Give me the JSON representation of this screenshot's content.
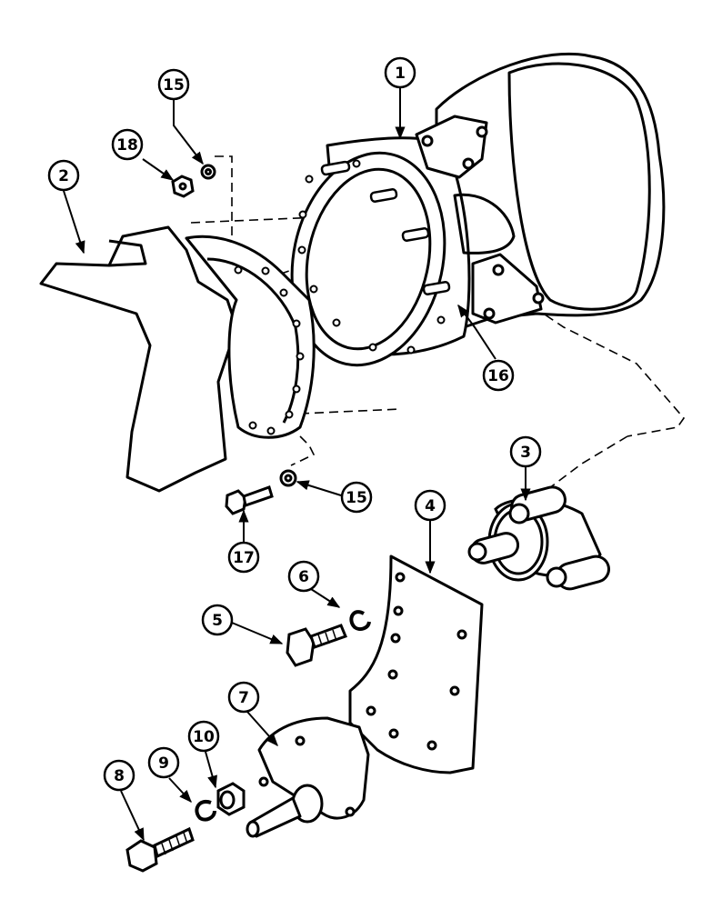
{
  "diagram": {
    "type": "exploded-parts-view",
    "ink_color": "#000000",
    "background_color": "#ffffff",
    "callouts": [
      {
        "id": "c1",
        "label": "1"
      },
      {
        "id": "c2",
        "label": "2"
      },
      {
        "id": "c3",
        "label": "3"
      },
      {
        "id": "c4",
        "label": "4"
      },
      {
        "id": "c5",
        "label": "5"
      },
      {
        "id": "c6",
        "label": "6"
      },
      {
        "id": "c7",
        "label": "7"
      },
      {
        "id": "c8",
        "label": "8"
      },
      {
        "id": "c9",
        "label": "9"
      },
      {
        "id": "c10",
        "label": "10"
      },
      {
        "id": "c15a",
        "label": "15"
      },
      {
        "id": "c15b",
        "label": "15"
      },
      {
        "id": "c16",
        "label": "16"
      },
      {
        "id": "c17",
        "label": "17"
      },
      {
        "id": "c18",
        "label": "18"
      }
    ]
  }
}
